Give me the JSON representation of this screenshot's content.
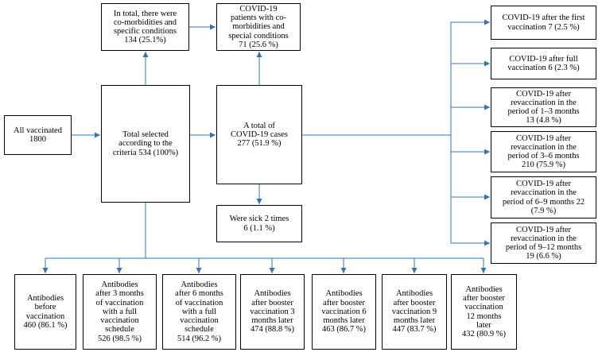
{
  "colors": {
    "connector": "#2f74c0",
    "box_border": "#000000",
    "background": "#ffffff"
  },
  "nodes": {
    "all_vaccinated": {
      "lines": [
        "All vaccinated",
        "1800"
      ]
    },
    "total_selected": {
      "lines": [
        "Total selected",
        "according to the",
        "criteria 534 (100%)"
      ]
    },
    "comorbidities_total": {
      "lines": [
        "In total, there were",
        "co-morbidities and",
        "specific conditions",
        "134 (25.1%)"
      ]
    },
    "covid_comorbidities": {
      "lines": [
        "COVID-19",
        "patients with co-",
        "morbidities and",
        "special conditions",
        "71 (25.6 %)"
      ]
    },
    "covid_cases_total": {
      "lines": [
        "A total of",
        "COVID-19 cases",
        "277 (51.9 %)"
      ]
    },
    "sick_twice": {
      "lines": [
        "Were sick 2 times",
        "6 (1.1 %)"
      ]
    },
    "covid_after_first": {
      "lines": [
        "COVID-19 after the first",
        "vaccination 7 (2.5 %)"
      ]
    },
    "covid_after_full": {
      "lines": [
        "COVID-19 after full",
        "vaccination 6 (2.3 %)"
      ]
    },
    "covid_revacc_1_3": {
      "lines": [
        "COVID-19 after",
        "revaccination in the",
        "period of 1–3 months",
        "13 (4.8 %)"
      ]
    },
    "covid_revacc_3_6": {
      "lines": [
        "COVID-19 after",
        "revaccination in the",
        "period of 3–6 months",
        "210 (75.9 %)"
      ]
    },
    "covid_revacc_6_9": {
      "lines": [
        "COVID-19 after",
        "revaccination in the",
        "period of 6–9 months 22",
        "(7.9 %)"
      ]
    },
    "covid_revacc_9_12": {
      "lines": [
        "COVID-19 after",
        "revaccination in the",
        "period of 9–12 months",
        "19 (6.6 %)"
      ]
    },
    "ab_before": {
      "lines": [
        "Antibodies",
        "before",
        "vaccination",
        "460 (86.1 %)"
      ]
    },
    "ab_3_months": {
      "lines": [
        "Antibodies",
        "after 3 months",
        "of vaccination",
        "with a full",
        "vaccination",
        "schedule",
        "526 (98.5 %)"
      ]
    },
    "ab_6_months": {
      "lines": [
        "Antibodies",
        "after 6 months",
        "of vaccination",
        "with a full",
        "vaccination",
        "schedule",
        "514 (96.2 %)"
      ]
    },
    "ab_booster_3": {
      "lines": [
        "Antibodies",
        "after booster",
        "vaccination 3",
        "months later",
        "474 (88.8 %)"
      ]
    },
    "ab_booster_6": {
      "lines": [
        "Antibodies",
        "after booster",
        "vaccination 6",
        "months later",
        "463 (86.7 %)"
      ]
    },
    "ab_booster_9": {
      "lines": [
        "Antibodies",
        "after booster",
        "vaccination 9",
        "months later",
        "447 (83.7 %)"
      ]
    },
    "ab_booster_12": {
      "lines": [
        "Antibodies",
        "after booster",
        "vaccination",
        "12 months",
        "later",
        "432 (80.9 %)"
      ]
    }
  }
}
